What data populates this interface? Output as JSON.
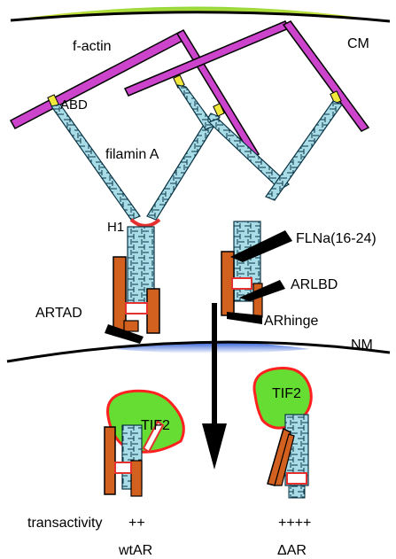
{
  "labels": {
    "f_actin": "f-actin",
    "cm": "CM",
    "abd": "ABD",
    "filamin_a": "filamin A",
    "h1": "H1",
    "flna": "FLNa(16-24)",
    "arlbd": "ARLBD",
    "artad": "ARTAD",
    "arhinge": "ARhinge",
    "nm": "NM",
    "tif2_left": "TIF2",
    "tif2_right": "TIF2",
    "transactivity": "transactivity",
    "wt_activity": "++",
    "delta_activity": "++++",
    "wtar": "wtAR",
    "delta_ar": "ΔAR"
  },
  "colors": {
    "actin": "#cc44cc",
    "filamin_fill": "#a8dde8",
    "abd": "#f2e83c",
    "receptor": "#d2601f",
    "hinge": "#e53030",
    "tif2_fill": "#66dd33",
    "tif2_edge": "#ff2020",
    "membrane_green": "#8ed63a",
    "membrane_yellow": "#f6ee3c",
    "nucleus_blue": "#3a70e0"
  }
}
